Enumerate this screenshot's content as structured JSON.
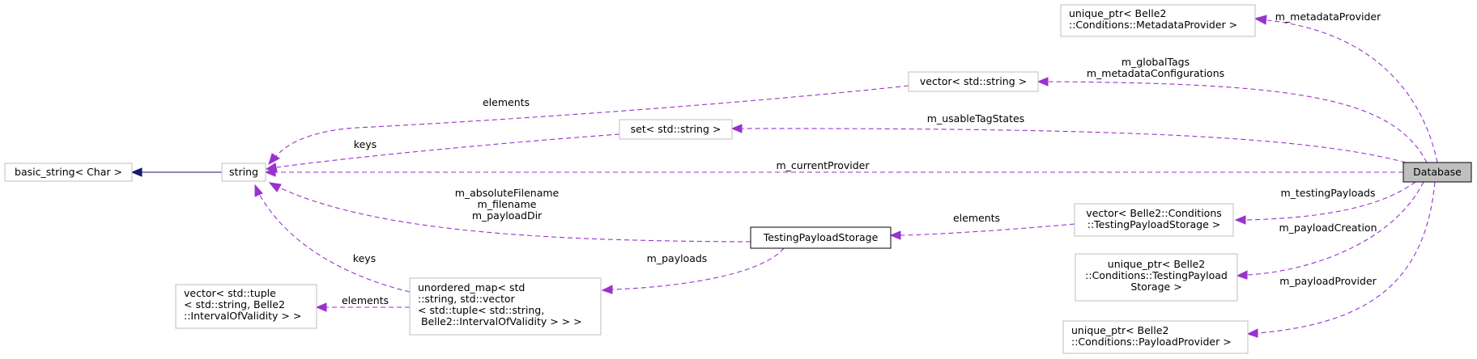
{
  "nodes": {
    "basic_string": [
      "basic_string< Char >"
    ],
    "string": [
      "string"
    ],
    "database": [
      "Database"
    ],
    "unique_ptr_meta": [
      "unique_ptr< Belle2",
      "::Conditions::MetadataProvider >"
    ],
    "vector_string": [
      "vector< std::string >"
    ],
    "set_string": [
      "set< std::string >"
    ],
    "testing_storage": [
      "TestingPayloadStorage"
    ],
    "vector_testing": [
      "vector< Belle2::Conditions",
      "::TestingPayloadStorage >"
    ],
    "unique_ptr_testing": [
      "unique_ptr< Belle2",
      "::Conditions::TestingPayload",
      "Storage >"
    ],
    "unique_ptr_provider": [
      "unique_ptr< Belle2",
      "::Conditions::PayloadProvider >"
    ],
    "unordered_map": [
      "unordered_map< std",
      "::string, std::vector",
      "< std::tuple< std::string,",
      " Belle2::IntervalOfValidity > > >"
    ],
    "vector_tuple": [
      "vector< std::tuple",
      "< std::string, Belle2",
      "::IntervalOfValidity > >"
    ]
  },
  "edges": {
    "m_metadataProvider": [
      "m_metadataProvider"
    ],
    "m_globalTags": [
      "m_globalTags",
      "m_metadataConfigurations"
    ],
    "m_usableTagStates": [
      "m_usableTagStates"
    ],
    "m_currentProvider": [
      "m_currentProvider"
    ],
    "m_testingPayloads": [
      "m_testingPayloads"
    ],
    "m_payloadCreation": [
      "m_payloadCreation"
    ],
    "m_payloadProvider": [
      "m_payloadProvider"
    ],
    "vector_string_elements": [
      "elements"
    ],
    "set_keys": [
      "keys"
    ],
    "testing_filenames": [
      "m_absoluteFilename",
      "m_filename",
      "m_payloadDir"
    ],
    "vector_testing_elements": [
      "elements"
    ],
    "m_payloads": [
      "m_payloads"
    ],
    "map_keys": [
      "keys"
    ],
    "tuple_elements": [
      "elements"
    ]
  }
}
